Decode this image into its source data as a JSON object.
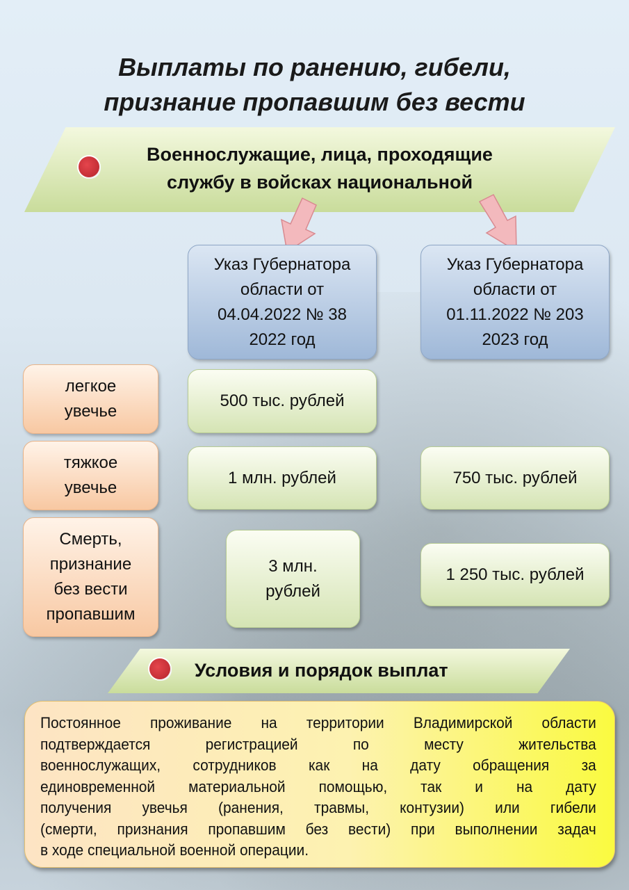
{
  "title": [
    "Выплаты по ранению, гибели,",
    "признание пропавшим без вести"
  ],
  "banner1": {
    "lines": [
      "Военнослужащие, лица, проходящие",
      "службу в войсках национальной"
    ]
  },
  "decrees": [
    {
      "lines": [
        "Указ Губернатора",
        "области от",
        "04.04.2022 № 38",
        "2022 год"
      ]
    },
    {
      "lines": [
        "Указ Губернатора",
        "области от",
        "01.11.2022 № 203",
        "2023 год"
      ]
    }
  ],
  "rows": [
    {
      "label": [
        "легкое",
        "увечье"
      ],
      "v2022": "500 тыс. рублей",
      "v2023": null
    },
    {
      "label": [
        "тяжкое",
        "увечье"
      ],
      "v2022": "1 млн. рублей",
      "v2023": "750 тыс. рублей"
    },
    {
      "label": [
        "Смерть,",
        "признание",
        "без вести",
        "пропавшим"
      ],
      "v2022": [
        "3 млн.",
        "рублей"
      ],
      "v2023": "1 250 тыс. рублей"
    }
  ],
  "banner2": {
    "label": "Условия и порядок выплат"
  },
  "conditions": {
    "lines": [
      "Постоянное проживание на территории Владимирской области",
      "подтверждается регистрацией по месту жительства",
      "военнослужащих, сотрудников как на дату обращения за",
      "единовременной материальной помощью, так и на дату",
      "получения увечья (ранения, травмы, контузии) или гибели",
      "(смерти, признания пропавшим без вести) при выполнении задач",
      "в ходе специальной военной операции."
    ]
  },
  "colors": {
    "accent_dot": "#c8313a",
    "arrow": "#f2b8bc",
    "banner": "#d6e4b0"
  }
}
